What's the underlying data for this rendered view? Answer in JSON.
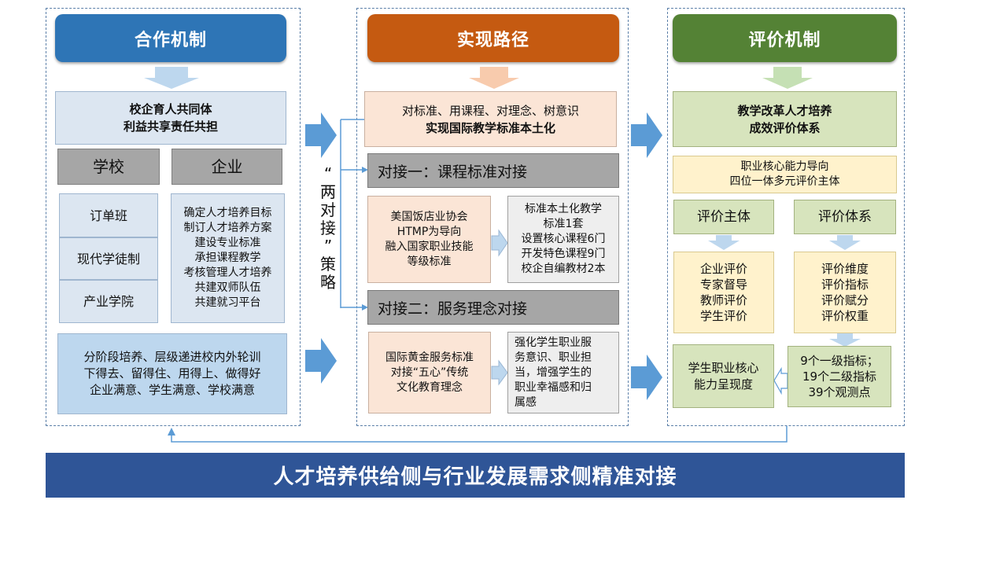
{
  "colors": {
    "blue_header": "#2e75b6",
    "orange_header": "#c55a11",
    "green_header": "#548235",
    "banner": "#2f5597",
    "arrow_blue": "#5b9bd5"
  },
  "coop": {
    "header": "合作机制",
    "community": [
      "校企育人共同体",
      "利益共享责任共担"
    ],
    "school": "学校",
    "enterprise": "企业",
    "school_items": [
      "订单班",
      "现代学徒制",
      "产业学院"
    ],
    "enterprise_items": [
      "确定人才培养目标",
      "制订人才培养方案",
      "建设专业标准",
      "承担课程教学",
      "考核管理人才培养",
      "共建双师队伍",
      "共建就习平台"
    ],
    "bottom": [
      "分阶段培养、层级递进校内外轮训",
      "下得去、留得住、用得上、做得好",
      "企业满意、学生满意、学校满意"
    ]
  },
  "strategy": {
    "chars": [
      "“",
      "两",
      "对",
      "接",
      "”",
      "策",
      "略"
    ]
  },
  "path": {
    "header": "实现路径",
    "top": [
      "对标准、用课程、对理念、树意识",
      "实现国际教学标准本土化"
    ],
    "dock1": "对接一：课程标准对接",
    "dock1_left": [
      "美国饭店业协会",
      "HTMP为导向",
      "融入国家职业技能",
      "等级标准"
    ],
    "dock1_right": [
      "标准本土化教学",
      "标准1套",
      "设置核心课程6门",
      "开发特色课程9门",
      "校企自编教材2本"
    ],
    "dock2": "对接二：服务理念对接",
    "dock2_left": [
      "国际黄金服务标准",
      "对接“五心”传统",
      "文化教育理念"
    ],
    "dock2_right": [
      "强化学生职业服",
      "务意识、职业担",
      "当，增强学生的",
      "职业幸福感和归",
      "属感"
    ]
  },
  "eval": {
    "header": "评价机制",
    "top": [
      "教学改革人才培养",
      "成效评价体系"
    ],
    "sub": [
      "职业核心能力导向",
      "四位一体多元评价主体"
    ],
    "subject": "评价主体",
    "system": "评价体系",
    "subject_items": [
      "企业评价",
      "专家督导",
      "教师评价",
      "学生评价"
    ],
    "system_items": [
      "评价维度",
      "评价指标",
      "评价赋分",
      "评价权重"
    ],
    "outcome": [
      "学生职业核心",
      "能力呈现度"
    ],
    "indicators": [
      "9个一级指标；",
      "19个二级指标",
      "39个观测点"
    ]
  },
  "banner": "人才培养供给侧与行业发展需求侧精准对接"
}
